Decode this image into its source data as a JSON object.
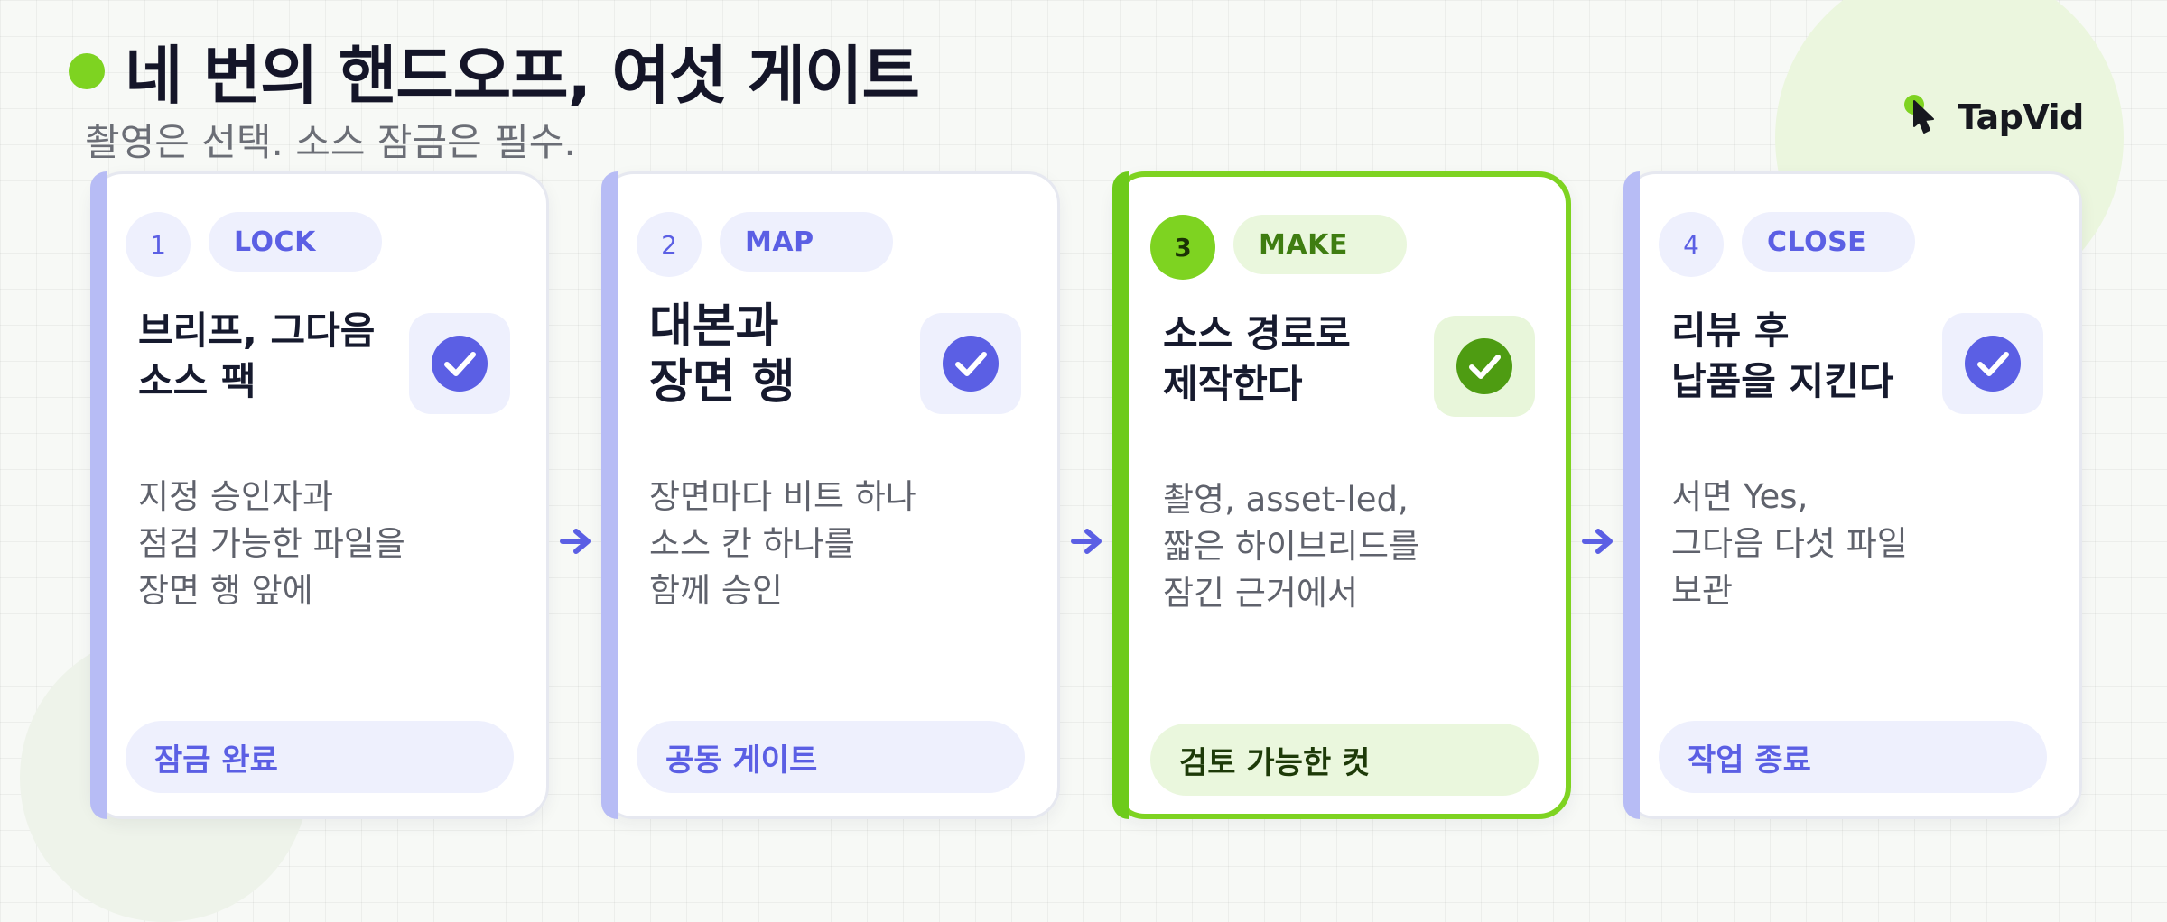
{
  "header": {
    "title": "네 번의 핸드오프, 여섯 게이트",
    "subtitle": "촬영은 선택. 소스 잠금은 필수."
  },
  "brand": {
    "name": "TapVid",
    "icon": "pointer-hand-icon"
  },
  "colors": {
    "accent_green": "#7ed321",
    "accent_indigo": "#5b5fe4",
    "card_rail": "#b7bcf5",
    "title": "#141528"
  },
  "steps": [
    {
      "number": "1",
      "tag": "LOCK",
      "heading": "브리프, 그다음\n소스 팩",
      "description": "지정 승인자과\n점검 가능한 파일을\n장면 행 앞에",
      "status": "잠금 완료",
      "icon": "check-circle-icon",
      "active": false
    },
    {
      "number": "2",
      "tag": "MAP",
      "heading": "대본과\n장면 행",
      "description": "장면마다 비트 하나\n소스 칸 하나를\n함께 승인",
      "status": "공동 게이트",
      "icon": "check-circle-icon",
      "active": false
    },
    {
      "number": "3",
      "tag": "MAKE",
      "heading": "소스 경로로\n제작한다",
      "description": "촬영, asset-led,\n짧은 하이브리드를\n잠긴 근거에서",
      "status": "검토 가능한 컷",
      "icon": "check-circle-icon",
      "active": true
    },
    {
      "number": "4",
      "tag": "CLOSE",
      "heading": "리뷰 후\n납품을 지킨다",
      "description": "서면 Yes,\n그다음 다섯 파일\n보관",
      "status": "작업 종료",
      "icon": "check-circle-icon",
      "active": false
    }
  ]
}
